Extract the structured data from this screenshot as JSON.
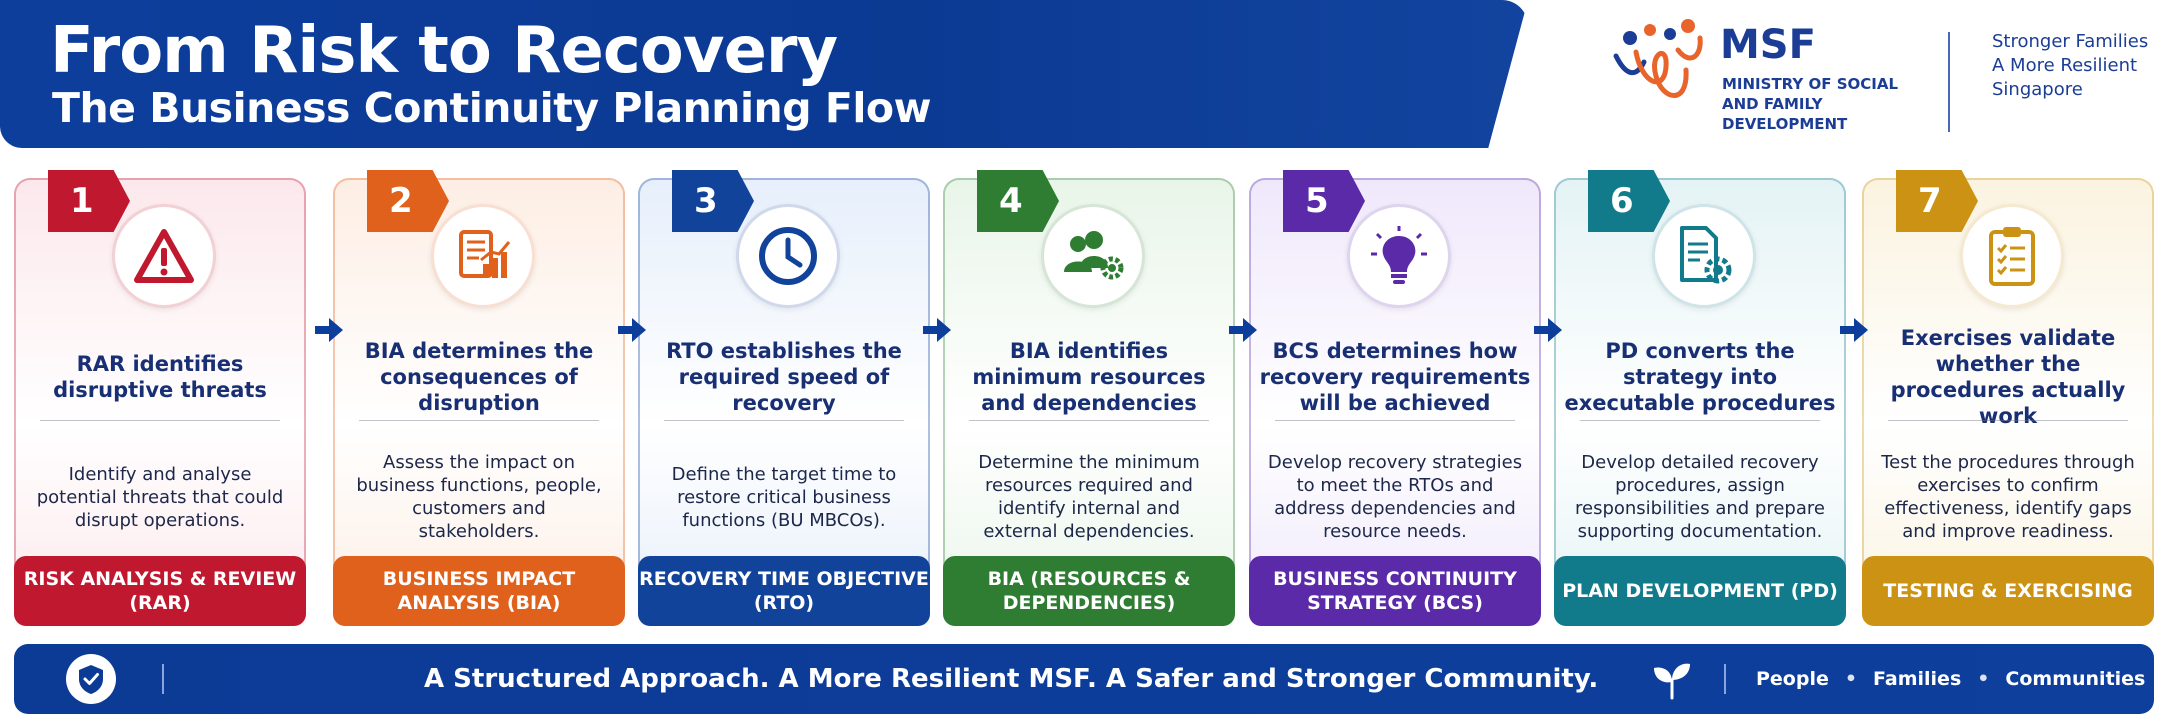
{
  "header": {
    "title": "From Risk to Recovery",
    "subtitle": "The Business Continuity Planning Flow"
  },
  "logo": {
    "abbr": "MSF",
    "full_name": "MINISTRY OF SOCIAL AND FAMILY DEVELOPMENT",
    "tagline": "Stronger Families A More Resilient Singapore"
  },
  "steps": [
    {
      "number": "1",
      "icon": "warning-triangle-icon",
      "color": "#c0182f",
      "tint": "#fce8ec",
      "heading": "RAR identifies disruptive threats",
      "body": "Identify and analyse potential threats that could disrupt operations.",
      "footer": "RISK ANALYSIS & REVIEW (RAR)"
    },
    {
      "number": "2",
      "icon": "report-chart-icon",
      "color": "#e0611c",
      "tint": "#fdeee4",
      "heading": "BIA determines the consequences of disruption",
      "body": "Assess the impact on business functions, people, customers and stakeholders.",
      "footer": "BUSINESS IMPACT ANALYSIS (BIA)"
    },
    {
      "number": "3",
      "icon": "clock-icon",
      "color": "#12439b",
      "tint": "#e6effb",
      "heading": "RTO establishes the required speed of recovery",
      "body": "Define the target time to restore critical business functions (BU MBCOs).",
      "footer": "RECOVERY TIME OBJECTIVE (RTO)"
    },
    {
      "number": "4",
      "icon": "team-gear-icon",
      "color": "#2e7d32",
      "tint": "#e9f5e9",
      "heading": "BIA identifies minimum resources and dependencies",
      "body": "Determine the minimum resources required and identify internal and external dependencies.",
      "footer": "BIA (RESOURCES & DEPENDENCIES)"
    },
    {
      "number": "5",
      "icon": "lightbulb-icon",
      "color": "#5b2aa8",
      "tint": "#efe8fb",
      "heading": "BCS determines how recovery requirements will be achieved",
      "body": "Develop recovery strategies to meet the RTOs and address dependencies and resource needs.",
      "footer": "BUSINESS CONTINUITY STRATEGY (BCS)"
    },
    {
      "number": "6",
      "icon": "document-gear-icon",
      "color": "#117a8b",
      "tint": "#e4f3f5",
      "heading": "PD converts the strategy into executable procedures",
      "body": "Develop detailed recovery procedures, assign responsibilities and prepare supporting documentation.",
      "footer": "PLAN DEVELOPMENT (PD)"
    },
    {
      "number": "7",
      "icon": "clipboard-checklist-icon",
      "color": "#cc9214",
      "tint": "#fbf3e0",
      "heading": "Exercises validate whether the procedures actually work",
      "body": "Test the procedures through exercises to confirm effectiveness, identify gaps and improve readiness.",
      "footer": "TESTING & EXERCISING"
    }
  ],
  "footer_banner": {
    "slogan": "A Structured Approach. A More Resilient MSF. A Safer and Stronger Community.",
    "community": [
      "People",
      "Families",
      "Communities"
    ]
  }
}
